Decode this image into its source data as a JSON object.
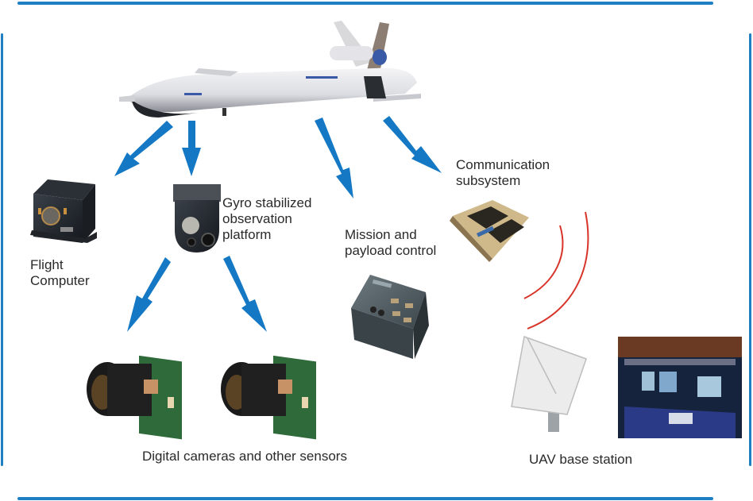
{
  "diagram": {
    "title": "UAV system components",
    "colors": {
      "frame": "#1e7fc2",
      "arrow": "#1478c4",
      "signal": "#d8342a"
    },
    "nodes": {
      "uav": {
        "icon": "uav-aircraft-icon",
        "label": ""
      },
      "flight_computer": {
        "label": "Flight\nComputer",
        "icon": "flight-computer-icon"
      },
      "gyro_platform": {
        "label": "Gyro stabilized\nobservation\nplatform",
        "icon": "gyro-camera-turret-icon"
      },
      "mission_payload": {
        "label": "Mission and\npayload control",
        "icon": "mission-control-box-icon"
      },
      "communication": {
        "label": "Communication\nsubsystem",
        "icon": "communication-board-icon"
      },
      "cameras": {
        "label": "Digital cameras and other sensors",
        "icon": "camera-module-icon"
      },
      "base_station": {
        "label": "UAV base station",
        "icons": [
          "satellite-dish-icon",
          "control-room-icon"
        ]
      }
    },
    "edges": [
      {
        "from": "uav",
        "to": "flight_computer"
      },
      {
        "from": "uav",
        "to": "gyro_platform"
      },
      {
        "from": "uav",
        "to": "mission_payload"
      },
      {
        "from": "uav",
        "to": "communication"
      },
      {
        "from": "gyro_platform",
        "to": "cameras"
      },
      {
        "from": "gyro_platform",
        "to": "cameras"
      },
      {
        "from": "communication",
        "to": "base_station",
        "style": "wireless"
      }
    ]
  }
}
